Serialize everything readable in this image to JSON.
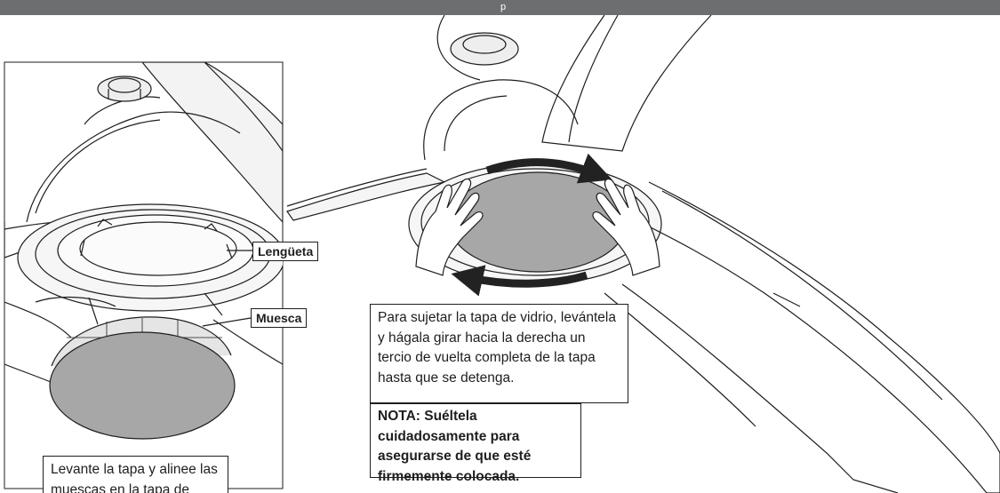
{
  "header": {
    "visible_fragment": "p"
  },
  "labels": {
    "tab": "Lengüeta",
    "notch": "Muesca"
  },
  "instructions": {
    "left": "Levante la tapa y alinee las muescas en la tapa de",
    "right": "Para sujetar la tapa de vidrio, levántela y hágala girar hacia la derecha un tercio de vuelta completa de la tapa hasta que se detenga."
  },
  "note": "NOTA: Suéltela cuidadosamente para asegurarse de que esté firmemente colocada.",
  "colors": {
    "header_bar": "#6d6e70",
    "line": "#1e1e1e",
    "glass": "#a7a7a7",
    "arrow": "#222222"
  }
}
